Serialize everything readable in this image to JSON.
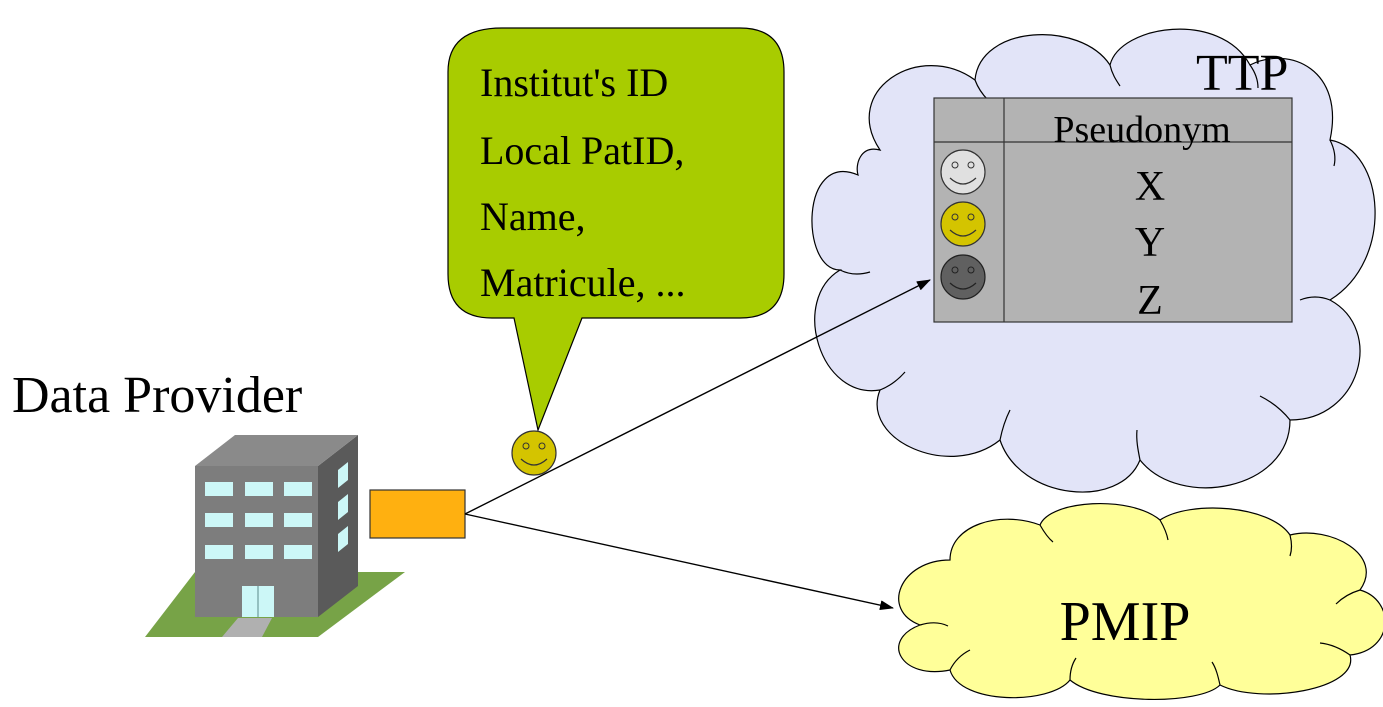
{
  "data_provider": {
    "label": "Data Provider"
  },
  "speech_bubble": {
    "lines": [
      "Institut's ID",
      "Local PatID,",
      "Name,",
      "Matricule, ..."
    ]
  },
  "ttp": {
    "label": "TTP",
    "table": {
      "header": "Pseudonym",
      "rows": [
        {
          "pseudonym": "X",
          "face_color": "#e0e0e0"
        },
        {
          "pseudonym": "Y",
          "face_color": "#d4c400"
        },
        {
          "pseudonym": "Z",
          "face_color": "#606060"
        }
      ]
    }
  },
  "pmip": {
    "label": "PMIP"
  },
  "colors": {
    "bubble": "#a8cc00",
    "ttp_cloud": "#e2e4f8",
    "pmip_cloud": "#ffff99",
    "packet": "#ffb010",
    "table_bg": "#b3b3b3",
    "patient_face": "#d4c400"
  }
}
